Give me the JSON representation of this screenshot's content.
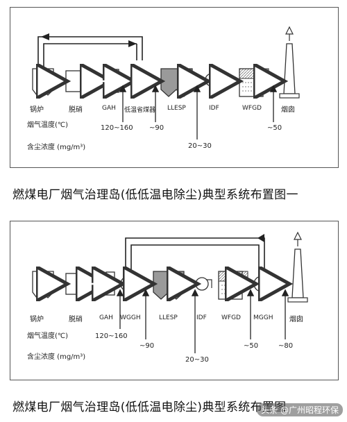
{
  "diagram1": {
    "units": {
      "boiler": "锅炉",
      "scr": "脱硝",
      "gah": "GAH",
      "low_temp_economizer": "低温省煤器",
      "llesp": "LLESP",
      "idf": "IDF",
      "wfgd": "WFGD",
      "chimney": "烟囱"
    },
    "rows": {
      "flue_temp_label": "烟气温度(℃)",
      "dust_label": "含尘浓度 (mg/m³)"
    },
    "values": {
      "gah_temp": "120~160",
      "economizer_temp": "~90",
      "wfgd_temp": "~50",
      "dust": "20~30"
    },
    "fan_symbol": "W"
  },
  "caption1": "燃煤电厂烟气治理岛(低低温电除尘)典型系统布置图一",
  "diagram2": {
    "units": {
      "boiler": "锅炉",
      "scr": "脱硝",
      "gah": "GAH",
      "wggh1": "WGGH",
      "llesp": "LLESP",
      "idf": "IDF",
      "wfgd": "WFGD",
      "wggh2": "MGGH",
      "chimney": "烟囱"
    },
    "rows": {
      "flue_temp_label": "烟气温度(℃)",
      "dust_label": "含尘浓度 (mg/m³)"
    },
    "values": {
      "gah_temp": "120~160",
      "wggh_temp": "~90",
      "wfgd_temp": "~50",
      "mggh_temp": "~80",
      "dust": "20~30"
    },
    "fan_symbol": "W"
  },
  "caption2": "燃煤电厂烟气治理岛(低低温电除尘)典型系统布置图",
  "watermark": "头条 @广州昭程环保"
}
